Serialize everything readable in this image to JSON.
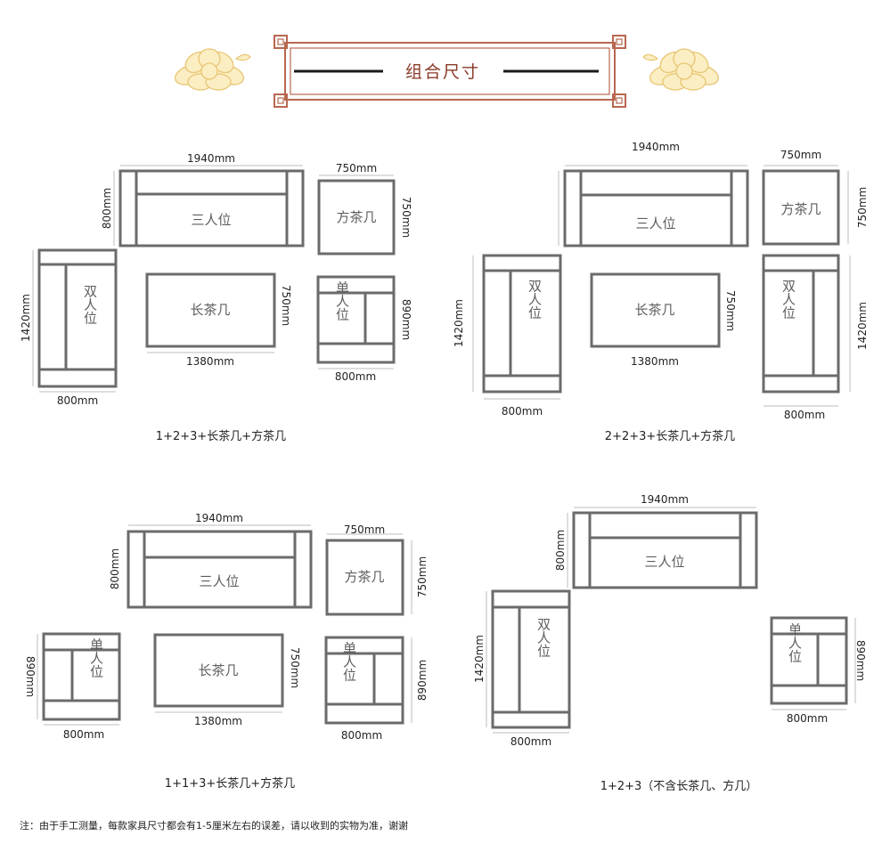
{
  "header": {
    "title": "组合尺寸",
    "colors": {
      "frame": "#b8674f",
      "title": "#8a3a28",
      "flower_fill": "#fbeec3",
      "flower_stroke": "#e8c572",
      "piece_stroke": "#6b6b6b",
      "dim_line": "#bdbdbd"
    },
    "icons": [
      "peony-flower-icon-left",
      "peony-flower-icon-right"
    ]
  },
  "units": "mm",
  "groups": [
    {
      "caption": "1+2+3+长茶几+方茶几",
      "pieces": [
        {
          "type": "sofa3",
          "label": "三人位",
          "w": "1940mm",
          "h": "800mm"
        },
        {
          "type": "sofa2",
          "label": "双人位",
          "w": "800mm",
          "h": "1420mm"
        },
        {
          "type": "long-table",
          "label": "长茶几",
          "w": "1380mm",
          "h": "750mm"
        },
        {
          "type": "square-table",
          "label": "方茶几",
          "w": "750mm",
          "h": "750mm"
        },
        {
          "type": "sofa1",
          "label": "单人位",
          "w": "800mm",
          "h": "890mm"
        }
      ]
    },
    {
      "caption": "2+2+3+长茶几+方茶几",
      "pieces": [
        {
          "type": "sofa3",
          "label": "三人位",
          "w": "1940mm",
          "h": "800mm"
        },
        {
          "type": "sofa2",
          "label": "双人位",
          "w": "800mm",
          "h": "1420mm"
        },
        {
          "type": "long-table",
          "label": "长茶几",
          "w": "1380mm",
          "h": "750mm"
        },
        {
          "type": "square-table",
          "label": "方茶几",
          "w": "750mm",
          "h": "750mm"
        },
        {
          "type": "sofa2",
          "label": "双人位",
          "w": "800mm",
          "h": "1420mm"
        }
      ]
    },
    {
      "caption": "1+1+3+长茶几+方茶几",
      "pieces": [
        {
          "type": "sofa3",
          "label": "三人位",
          "w": "1940mm",
          "h": "800mm"
        },
        {
          "type": "square-table",
          "label": "方茶几",
          "w": "750mm",
          "h": "750mm"
        },
        {
          "type": "sofa1",
          "label": "单人位",
          "w": "800mm",
          "h": "890mm"
        },
        {
          "type": "long-table",
          "label": "长茶几",
          "w": "1380mm",
          "h": "750mm"
        },
        {
          "type": "sofa1",
          "label": "单人位",
          "w": "800mm",
          "h": "890mm"
        }
      ]
    },
    {
      "caption": "1+2+3（不含长茶几、方几）",
      "pieces": [
        {
          "type": "sofa3",
          "label": "三人位",
          "w": "1940mm",
          "h": "800mm"
        },
        {
          "type": "sofa2",
          "label": "双人位",
          "w": "800mm",
          "h": "1420mm"
        },
        {
          "type": "sofa1",
          "label": "单人位",
          "w": "800mm",
          "h": "890mm"
        }
      ]
    }
  ],
  "footer_note": "注：由于手工测量，每款家具尺寸都会有1-5厘米左右的误差，请以收到的实物为准，谢谢"
}
